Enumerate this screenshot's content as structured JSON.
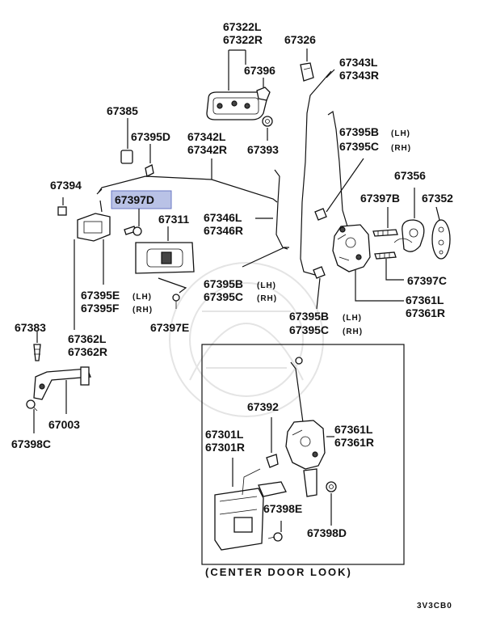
{
  "diagram": {
    "highlight_color": "#b9c2e6",
    "labels": {
      "p67322": [
        "67322L",
        "67322R"
      ],
      "p67326": "67326",
      "p67396": "67396",
      "p67343": [
        "67343L",
        "67343R"
      ],
      "p67385": "67385",
      "p67395d": "67395D",
      "p67342": [
        "67342L",
        "67342R"
      ],
      "p67393": "67393",
      "p67395bc_top": [
        "67395B",
        "67395C"
      ],
      "p67394": "67394",
      "p67397d": "67397D",
      "p67311": "67311",
      "p67346": [
        "67346L",
        "67346R"
      ],
      "p67356": "67356",
      "p67397b": "67397B",
      "p67352": "67352",
      "p67395bc_mid": [
        "67395B",
        "67395C"
      ],
      "p67397c": "67397C",
      "p67395ef": [
        "67395E",
        "67395F"
      ],
      "p67361_top": [
        "67361L",
        "67361R"
      ],
      "p67397e": "67397E",
      "p67395bc_low": [
        "67395B",
        "67395C"
      ],
      "p67383": "67383",
      "p67362": [
        "67362L",
        "67362R"
      ],
      "p67003": "67003",
      "p67398c": "67398C",
      "p67392": "67392",
      "p67301": [
        "67301L",
        "67301R"
      ],
      "p67361_box": [
        "67361L",
        "67361R"
      ],
      "p67398e": "67398E",
      "p67398d": "67398D"
    },
    "side_lh": "(LH)",
    "side_rh": "(RH)",
    "caption": "(CENTER DOOR LOOK)",
    "code": "3V3CB0"
  }
}
